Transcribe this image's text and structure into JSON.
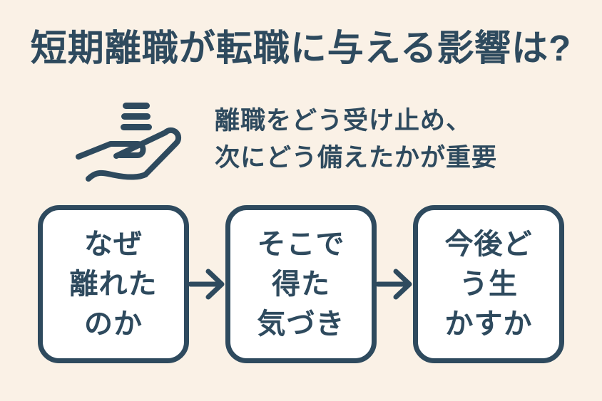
{
  "theme": {
    "background_color": "#FAF1E6",
    "ink_color": "#2E4A5E",
    "box_fill_color": "#FFFFFF"
  },
  "title": "短期離職が転職に与える影響は?",
  "lead": {
    "icon": "hand-holding-lines-icon",
    "lines": [
      "離職をどう受け止め、",
      "次にどう備えたかが重要"
    ]
  },
  "flow": {
    "arrow_icon": "right-arrow-icon",
    "steps": [
      {
        "lines": [
          "なぜ",
          "離れた",
          "のか"
        ]
      },
      {
        "lines": [
          "そこで",
          "得た",
          "気づき"
        ]
      },
      {
        "lines": [
          "今後ど",
          "う生",
          "かすか"
        ]
      }
    ]
  }
}
